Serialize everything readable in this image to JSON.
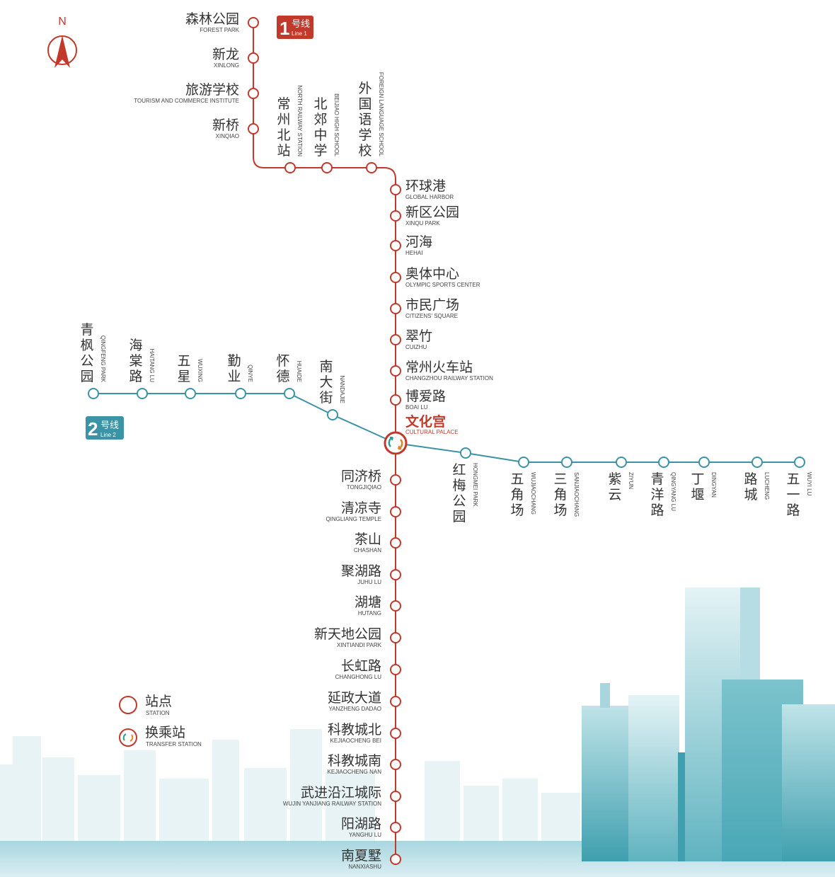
{
  "compass": {
    "label": "N"
  },
  "colors": {
    "line1": "#c1392b",
    "line2": "#3b93a5",
    "transfer_arrow_green": "#2a9d8f"
  },
  "line1_badge": {
    "number": "1",
    "cn": "号线",
    "en": "Line 1"
  },
  "line2_badge": {
    "number": "2",
    "cn": "号线",
    "en": "Line 2"
  },
  "line1_stations": [
    {
      "cn": "森林公园",
      "en": "FOREST PARK"
    },
    {
      "cn": "新龙",
      "en": "XINLONG"
    },
    {
      "cn": "旅游学校",
      "en": "TOURISM AND COMMERCE INSTITUTE"
    },
    {
      "cn": "新桥",
      "en": "XINQIAO"
    },
    {
      "cn": "常州北站",
      "en": "NORTH RAILWAY STATION"
    },
    {
      "cn": "北郊中学",
      "en": "BEIJIAO HIGH SCHOOL"
    },
    {
      "cn": "外国语学校",
      "en": "FOREIGN LANGUAGE SCHOOL"
    },
    {
      "cn": "环球港",
      "en": "GLOBAL HARBOR"
    },
    {
      "cn": "新区公园",
      "en": "XINQU PARK"
    },
    {
      "cn": "河海",
      "en": "HEHAI"
    },
    {
      "cn": "奥体中心",
      "en": "OLYMPIC SPORTS CENTER"
    },
    {
      "cn": "市民广场",
      "en": "CITIZENS' SQUARE"
    },
    {
      "cn": "翠竹",
      "en": "CUIZHU"
    },
    {
      "cn": "常州火车站",
      "en": "CHANGZHOU RAILWAY STATION"
    },
    {
      "cn": "博爱路",
      "en": "BOAI LU"
    },
    {
      "cn": "同济桥",
      "en": "TONGJIQIAO"
    },
    {
      "cn": "清凉寺",
      "en": "QINGLIANG TEMPLE"
    },
    {
      "cn": "茶山",
      "en": "CHASHAN"
    },
    {
      "cn": "聚湖路",
      "en": "JUHU LU"
    },
    {
      "cn": "湖塘",
      "en": "HUTANG"
    },
    {
      "cn": "新天地公园",
      "en": "XINTIANDI PARK"
    },
    {
      "cn": "长虹路",
      "en": "CHANGHONG LU"
    },
    {
      "cn": "延政大道",
      "en": "YANZHENG DADAO"
    },
    {
      "cn": "科教城北",
      "en": "KEJIAOCHENG BEI"
    },
    {
      "cn": "科教城南",
      "en": "KEJIAOCHENG NAN"
    },
    {
      "cn": "武进沿江城际",
      "en": "WUJIN YANJIANG RAILWAY STATION"
    },
    {
      "cn": "阳湖路",
      "en": "YANGHU LU"
    },
    {
      "cn": "南夏墅",
      "en": "NANXIASHU"
    }
  ],
  "transfer_station": {
    "cn": "文化宫",
    "en": "CULTURAL PALACE"
  },
  "line2_stations": [
    {
      "cn": "青枫公园",
      "en": "QINGFENG PARK"
    },
    {
      "cn": "海棠路",
      "en": "HAITANG LU"
    },
    {
      "cn": "五星",
      "en": "WUXING"
    },
    {
      "cn": "勤业",
      "en": "QINYE"
    },
    {
      "cn": "怀德",
      "en": "HUAIDE"
    },
    {
      "cn": "南大街",
      "en": "NANDAJIE"
    },
    {
      "cn": "红梅公园",
      "en": "HONGMEI PARK"
    },
    {
      "cn": "五角场",
      "en": "WUJIAOCHANG"
    },
    {
      "cn": "三角场",
      "en": "SANJIAOCHANG"
    },
    {
      "cn": "紫云",
      "en": "ZIYUN"
    },
    {
      "cn": "青洋路",
      "en": "QINGYANG LU"
    },
    {
      "cn": "丁堰",
      "en": "DINGYAN"
    },
    {
      "cn": "路城",
      "en": "LUCHENG"
    },
    {
      "cn": "五一路",
      "en": "WUYI LU"
    }
  ],
  "legend": [
    {
      "cn": "站点",
      "en": "STATION",
      "icon": "station-circle-icon"
    },
    {
      "cn": "换乘站",
      "en": "TRANSFER STATION",
      "icon": "transfer-station-icon"
    }
  ]
}
